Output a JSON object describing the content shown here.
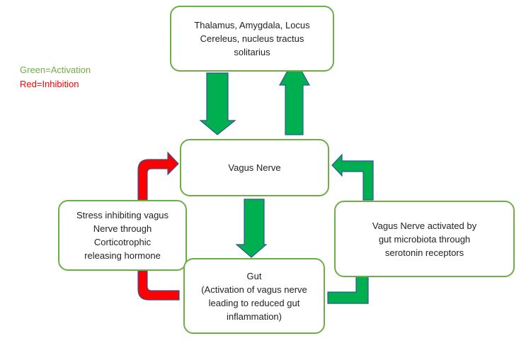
{
  "legend": {
    "activation": "Green=Activation",
    "inhibition": "Red=Inhibition"
  },
  "colors": {
    "activation": "#00b050",
    "inhibition": "#ff0000",
    "box_border": "#70ad47",
    "arrow_outline": "#2f5597"
  },
  "nodes": {
    "brain": "Thalamus, Amygdala, Locus\nCereleus, nucleus tractus\nsolitarius",
    "vagus": "Vagus Nerve",
    "stress": "Stress inhibiting vagus\nNerve through\nCorticotrophic\nreleasing hormone",
    "gut": "Gut\n(Activation of vagus nerve\nleading to reduced gut\ninflammation)",
    "microbiota": "Vagus Nerve activated by\ngut microbiota through\nserotonin receptors"
  }
}
